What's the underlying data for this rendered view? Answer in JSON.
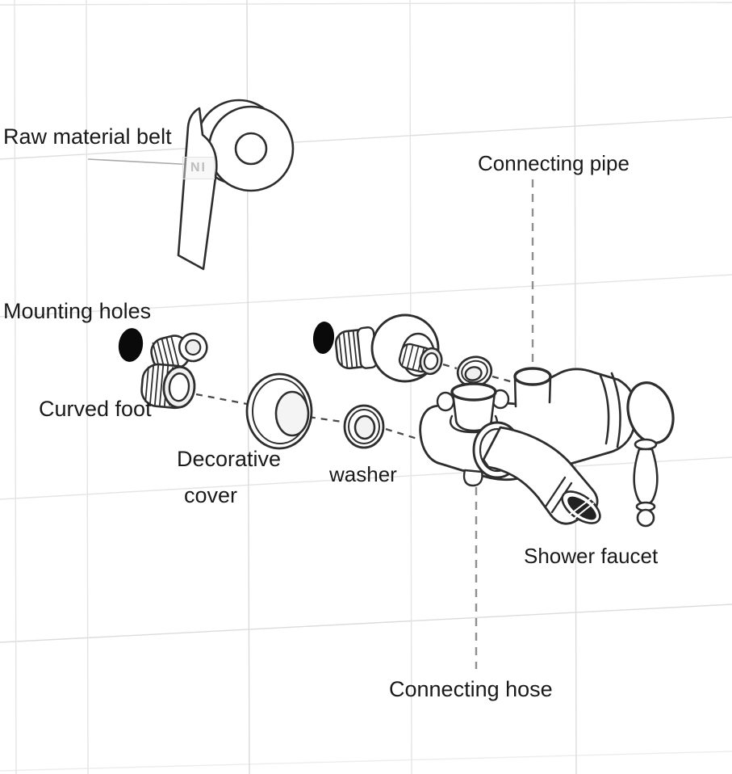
{
  "diagram": {
    "background": "#ffffff",
    "colors": {
      "line": "#2e2e2e",
      "grid": "#e4e4e4",
      "text": "#1a1a1a",
      "dash_leader": "#8f8f8f",
      "dash_align": "#4a4a4a",
      "hole_fill": "#0a0a0a"
    },
    "labels": {
      "raw_material_belt": "Raw material belt",
      "mounting_holes": "Mounting holes",
      "curved_foot": "Curved foot",
      "decorative_cover_line1": "Decorative",
      "decorative_cover_line2": "cover",
      "washer": "washer",
      "connecting_pipe": "Connecting pipe",
      "shower_faucet": "Shower faucet",
      "connecting_hose": "Connecting hose"
    },
    "watermark": "NI",
    "parts": [
      "tape-roll",
      "mounting-holes",
      "curved-foot",
      "decorative-cover",
      "washer-ring",
      "eccentric-connector",
      "small-washer-ring",
      "shower-faucet-body",
      "faucet-spout",
      "faucet-handle"
    ]
  }
}
